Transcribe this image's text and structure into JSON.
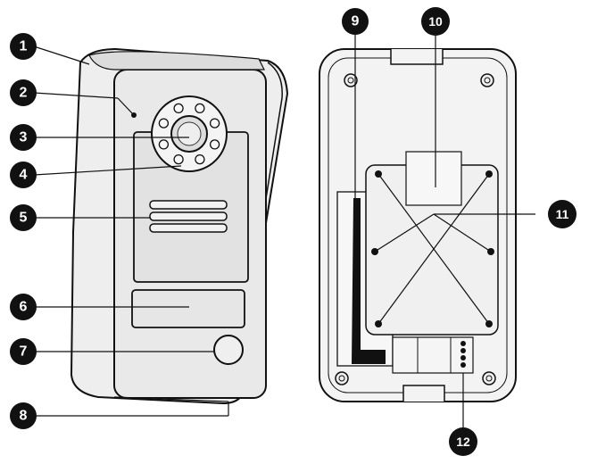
{
  "callouts": [
    {
      "number": "1"
    },
    {
      "number": "2"
    },
    {
      "number": "3"
    },
    {
      "number": "4"
    },
    {
      "number": "5"
    },
    {
      "number": "6"
    },
    {
      "number": "7"
    },
    {
      "number": "8"
    },
    {
      "number": "9"
    },
    {
      "number": "10"
    },
    {
      "number": "11"
    },
    {
      "number": "12"
    }
  ],
  "colors": {
    "outline": "#111111",
    "body_fill": "#f2f2f2",
    "panel_fill": "#e6e6e6",
    "badge_fill": "#111111",
    "badge_text": "#ffffff"
  }
}
